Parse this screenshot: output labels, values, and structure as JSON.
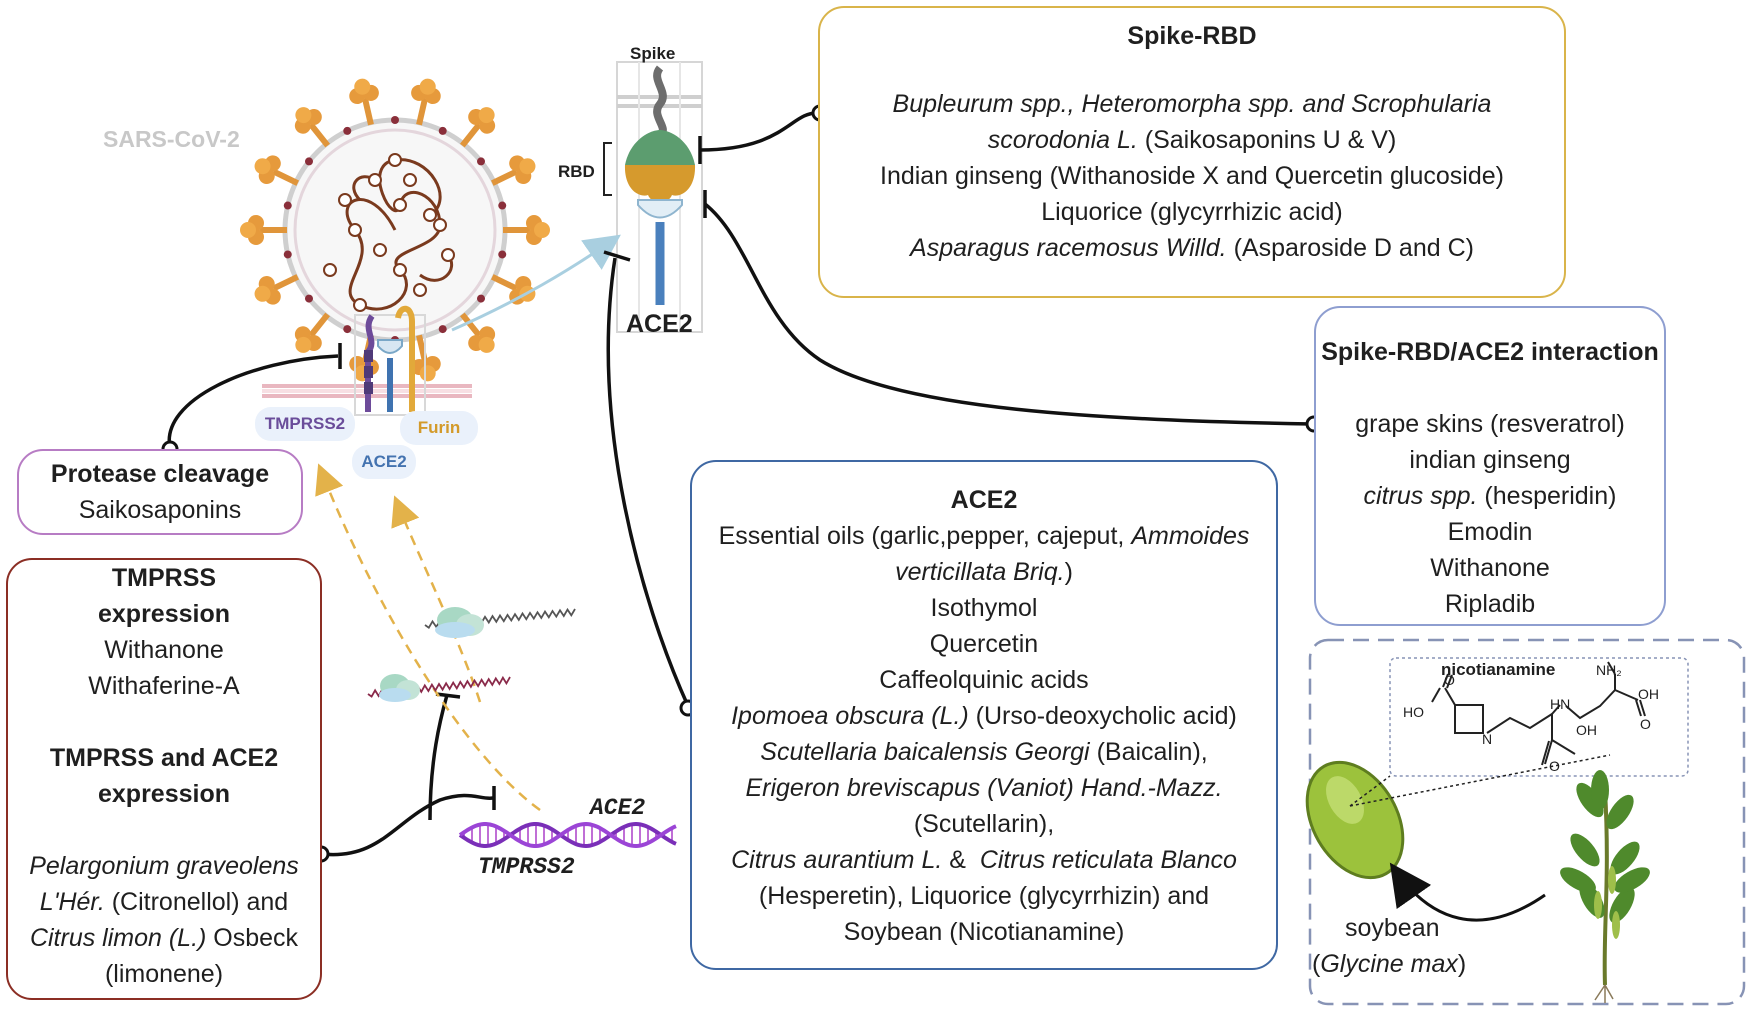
{
  "virus": {
    "title": "SARS-CoV-2",
    "tmprss2_label": "TMPRSS2",
    "furin_label": "Furin",
    "ace2_label": "ACE2"
  },
  "spike_panel": {
    "spike_label": "Spike",
    "rbd_label": "RBD",
    "ace2_label": "ACE2"
  },
  "gene": {
    "ace2_label": "ACE2",
    "tmprss2_label": "TMPRSS2"
  },
  "boxes": {
    "spike_rbd": {
      "title": "Spike-RBD",
      "line1_a": "Bupleurum spp., Heteromorpha spp. and Scrophularia",
      "line2_a": "scorodonia L.",
      "line2_b": " (Saikosaponins U & V)",
      "line3": "Indian ginseng (Withanoside X and Quercetin glucoside)",
      "line4": "Liquorice (glycyrrhizic acid)",
      "line5_a": "Asparagus racemosus Willd.",
      "line5_b": " (Asparoside D and C)",
      "color": "#d9b44a"
    },
    "interaction": {
      "title": "Spike-RBD/ACE2 interaction",
      "line1": "grape skins (resveratrol)",
      "line2": "indian ginseng",
      "line3_a": "citrus spp.",
      "line3_b": " (hesperidin)",
      "line4": "Emodin",
      "line5": "Withanone",
      "line6": "Ripladib",
      "color": "#8e9ed0"
    },
    "protease": {
      "title": "Protease cleavage",
      "line1": "Saikosaponins",
      "color": "#b77cc4"
    },
    "tmprss": {
      "title1a": "TMPRSS",
      "title1b": "expression",
      "line1": "Withanone",
      "line2": "Withaferine-A",
      "title2a": "TMPRSS and ACE2",
      "title2b": "expression",
      "line3_a": "Pelargonium graveolens",
      "line4_a": "L'Hér.",
      "line4_b": "  (Citronellol) and",
      "line5_a": "Citrus limon (L.)",
      "line5_b": " Osbeck",
      "line6": "(limonene)",
      "color": "#8b2e24"
    },
    "ace2": {
      "title": "ACE2",
      "line1_a": "Essential oils (garlic,pepper, cajeput, ",
      "line1_b": "Ammoides",
      "line2_a": "verticillata Briq.",
      "line2_b": ")",
      "line3": "Isothymol",
      "line4": "Quercetin",
      "line5": "Caffeolquinic acids",
      "line6_a": "Ipomoea obscura (L.)",
      "line6_b": " (Urso-deoxycholic acid)",
      "line7_a": "Scutellaria baicalensis Georgi",
      "line7_b": " (Baicalin),",
      "line8": "Erigeron breviscapus (Vaniot) Hand.-Mazz.",
      "line9": "(Scutellarin),",
      "line10_a": "Citrus aurantium L.",
      "line10_b": " &  ",
      "line10_c": "Citrus reticulata Blanco",
      "line11": "(Hesperetin), Liquorice (glycyrrhizin) and",
      "line12": "Soybean (Nicotianamine)",
      "color": "#3f68a3"
    }
  },
  "soybean": {
    "molecule_name": "nicotianamine",
    "nh2": "NH₂",
    "ho": "HO",
    "oh1": "OH",
    "oh2": "OH",
    "hn": "HN",
    "n": "N",
    "o1": "O",
    "o2": "O",
    "o3": "O",
    "label": "soybean",
    "latin_open": "(",
    "latin": "Glycine max",
    "latin_close": ")"
  }
}
